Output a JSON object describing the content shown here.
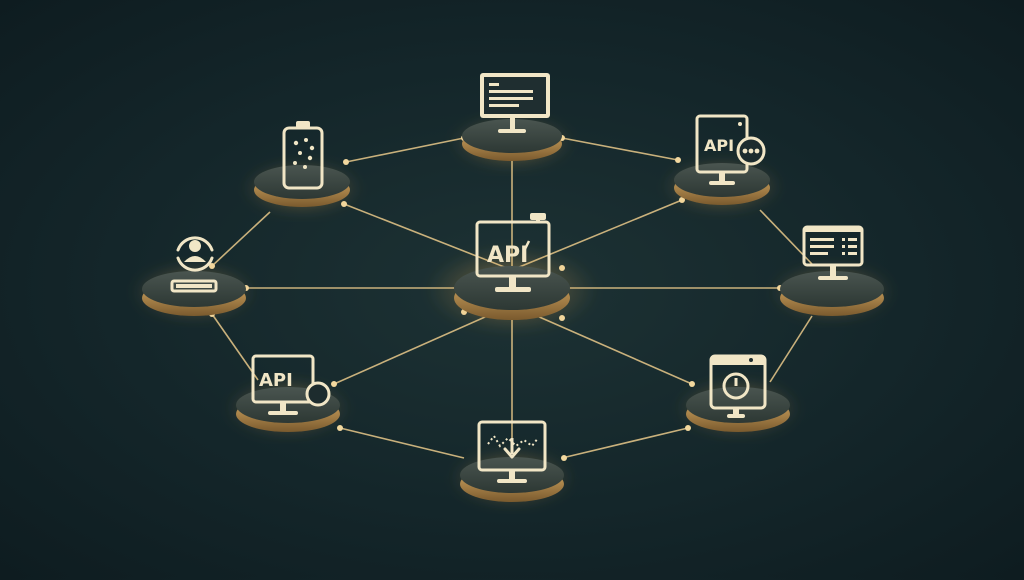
{
  "diagram": {
    "center_label": "API",
    "api_labels": {
      "top_right": "API",
      "bottom_left": "API"
    },
    "nodes": [
      {
        "id": "center",
        "icon": "api-monitor-icon"
      },
      {
        "id": "top",
        "icon": "document-monitor-icon"
      },
      {
        "id": "top-left",
        "icon": "mobile-device-icon"
      },
      {
        "id": "top-right",
        "icon": "api-chat-monitor-icon"
      },
      {
        "id": "left",
        "icon": "user-profile-icon"
      },
      {
        "id": "right",
        "icon": "list-monitor-icon"
      },
      {
        "id": "bottom-left",
        "icon": "api-search-monitor-icon"
      },
      {
        "id": "bottom",
        "icon": "download-monitor-icon"
      },
      {
        "id": "bottom-right",
        "icon": "timer-device-icon"
      }
    ],
    "connections": [
      [
        "center",
        "top"
      ],
      [
        "center",
        "top-left"
      ],
      [
        "center",
        "top-right"
      ],
      [
        "center",
        "left"
      ],
      [
        "center",
        "right"
      ],
      [
        "center",
        "bottom-left"
      ],
      [
        "center",
        "bottom"
      ],
      [
        "center",
        "bottom-right"
      ],
      [
        "top",
        "top-left"
      ],
      [
        "top",
        "top-right"
      ],
      [
        "top-left",
        "left"
      ],
      [
        "top-right",
        "right"
      ],
      [
        "left",
        "bottom-left"
      ],
      [
        "right",
        "bottom-right"
      ],
      [
        "bottom-left",
        "bottom"
      ],
      [
        "bottom",
        "bottom-right"
      ]
    ],
    "colors": {
      "background": "#14262a",
      "accent_glow": "#f0c070",
      "icon": "#f1e6c6",
      "platform_top": "#3a4540"
    }
  }
}
